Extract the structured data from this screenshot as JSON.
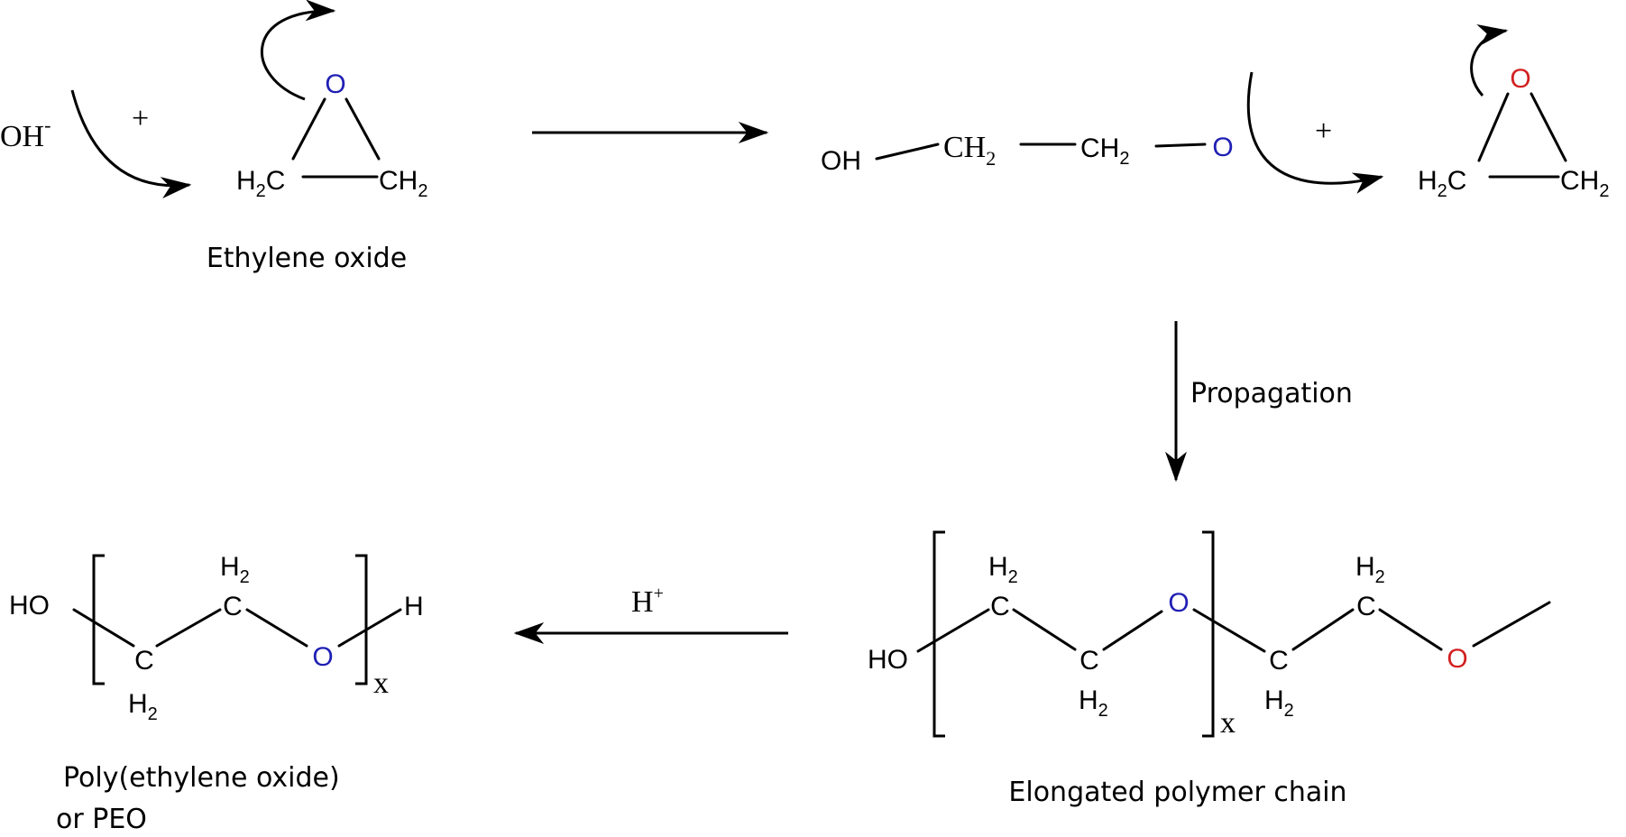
{
  "colors": {
    "blue_oxygen": "#1f1fb4",
    "red_oxygen": "#d22020",
    "ink": "#000000"
  },
  "scheme": {
    "top_left": {
      "hydroxide": "OH",
      "hydroxide_charge": "-",
      "plus": "+",
      "ring_oxygen": "O",
      "ring_left": "H",
      "ring_left_sub": "2",
      "ring_left_tail": "C",
      "ring_right": "CH",
      "ring_right_sub": "2",
      "caption": "Ethylene oxide"
    },
    "top_right": {
      "oh": "OH",
      "ch2_a": "CH",
      "ch2_a_sub": "2",
      "ch2_b": "CH",
      "ch2_b_sub": "2",
      "oxygen": "O",
      "plus": "+",
      "ring_oxygen": "O",
      "ring_left": "H",
      "ring_left_sub": "2",
      "ring_left_tail": "C",
      "ring_right": "CH",
      "ring_right_sub": "2"
    },
    "propagation_label": "Propagation",
    "bottom_right": {
      "ho": "HO",
      "c_up_1": "C",
      "h2_up_1": "H",
      "h2_up_1_sub": "2",
      "c_down_1": "C",
      "h2_down_1": "H",
      "h2_down_1_sub": "2",
      "oxygen_blue": "O",
      "subscript_x": "x",
      "c_down_2": "C",
      "h2_down_2": "H",
      "h2_down_2_sub": "2",
      "c_up_2": "C",
      "h2_up_2": "H",
      "h2_up_2_sub": "2",
      "oxygen_red": "O",
      "caption": "Elongated polymer chain"
    },
    "acid_label": "H",
    "acid_charge": "+",
    "bottom_left": {
      "ho": "HO",
      "c_down": "C",
      "h2_down": "H",
      "h2_down_sub": "2",
      "c_up": "C",
      "h2_up": "H",
      "h2_up_sub": "2",
      "oxygen": "O",
      "end_h": "H",
      "subscript_x": "x",
      "caption_line1": "Poly(ethylene oxide)",
      "caption_line2": "or PEO"
    }
  }
}
